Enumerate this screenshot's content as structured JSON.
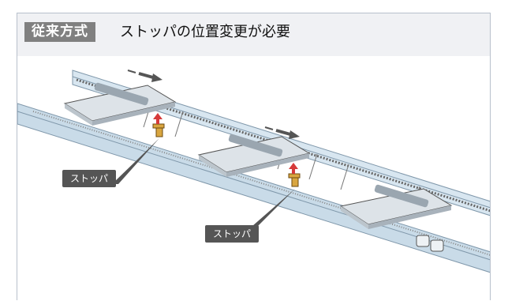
{
  "header": {
    "tag_label": "従来方式",
    "title": "ストッパの位置変更が必要"
  },
  "diagram": {
    "callouts": [
      "ストッパ",
      "ストッパ"
    ]
  },
  "colors": {
    "header_bg": "#f0f1f4",
    "tag_bg": "#808080",
    "rail": "#c9dbe8",
    "stopper": "#d9a640",
    "arrow": "#555555",
    "alert_arrow": "#d63a3a"
  }
}
